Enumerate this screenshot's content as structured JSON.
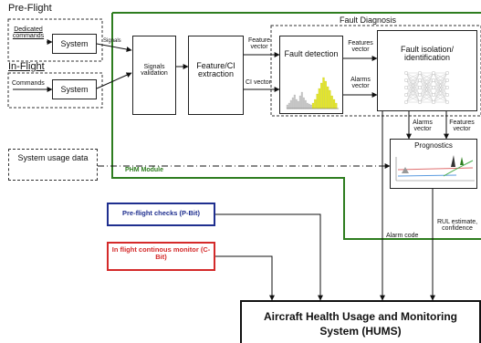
{
  "sections": {
    "pre_flight": "Pre-Flight",
    "in_flight": "In-Flight",
    "fault_diagnosis": "Fault Diagnosis",
    "phm_module": "PHM Module"
  },
  "inputs": {
    "dedicated_commands": "Dedicated commands",
    "commands": "Commands",
    "system_pre": "System",
    "system_in": "System",
    "system_usage_data": "System usage data"
  },
  "blocks": {
    "signals_validation": "Signals validation",
    "feature_ci_extraction": "Feature/CI extraction",
    "fault_detection": "Fault detection",
    "fault_isolation": "Fault isolation/ identification",
    "prognostics": "Prognostics"
  },
  "edges": {
    "signals": "Signals",
    "feature_vector_1": "Feature vector",
    "ci_vector": "CI vector",
    "features_vector_2": "Features vector",
    "alarms_vector_1": "Alarms vector",
    "alarms_vector_2": "Alarms vector",
    "features_vector_3": "Features vector",
    "alarm_code": "Alarm code",
    "rul_estimate": "RUL estimate, confidence"
  },
  "checks": {
    "pre_flight_checks": "Pre-flight checks (P-Bit)",
    "in_flight_monitor": "In flight continous monitor (C-Bit)"
  },
  "output": {
    "hums": "Aircraft Health Usage and Monitoring System (HUMS)"
  },
  "colors": {
    "phm_border": "#2e7d1f",
    "pre_flight_border": "#1f2f8f",
    "in_flight_border": "#d42a2a",
    "detection_bars": "#e4e62a",
    "ink": "#111111"
  }
}
